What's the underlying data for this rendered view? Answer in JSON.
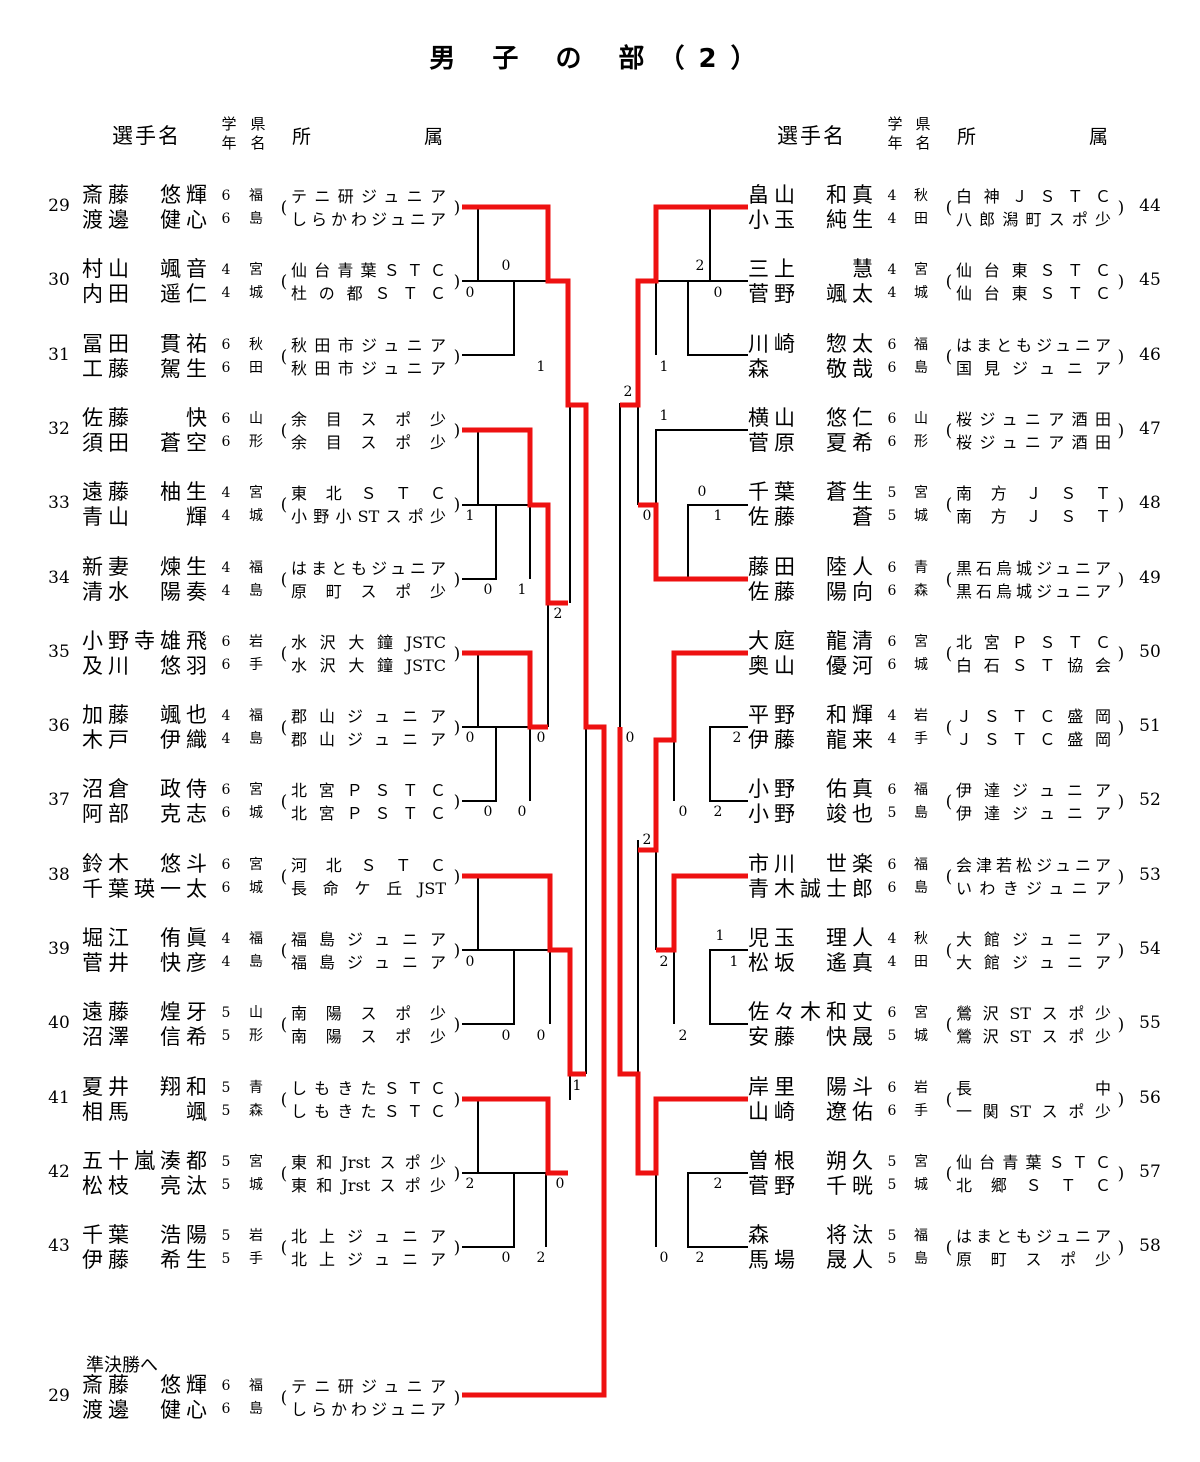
{
  "title": "男 子 の 部（2）",
  "headers": {
    "player": "選手名",
    "grade": [
      "学",
      "年"
    ],
    "pref": [
      "県",
      "名"
    ],
    "affiliation_a": "所",
    "affiliation_b": "属"
  },
  "left_entries": [
    {
      "no": "29",
      "players": [
        "斎藤　悠輝",
        "渡邊　健心"
      ],
      "grades": [
        "6",
        "6"
      ],
      "pref": [
        "福",
        "島"
      ],
      "affs": [
        "テニ研ジュニア",
        "しらかわジュニア"
      ]
    },
    {
      "no": "30",
      "players": [
        "村山　颯音",
        "内田　遥仁"
      ],
      "grades": [
        "4",
        "4"
      ],
      "pref": [
        "宮",
        "城"
      ],
      "affs": [
        "仙台青葉ＳＴＣ",
        "杜の都ＳＴＣ"
      ]
    },
    {
      "no": "31",
      "players": [
        "冨田　貫祐",
        "工藤　駕生"
      ],
      "grades": [
        "6",
        "6"
      ],
      "pref": [
        "秋",
        "田"
      ],
      "affs": [
        "秋田市ジュニア",
        "秋田市ジュニア"
      ]
    },
    {
      "no": "32",
      "players": [
        "佐藤　　快",
        "須田　蒼空"
      ],
      "grades": [
        "6",
        "6"
      ],
      "pref": [
        "山",
        "形"
      ],
      "affs": [
        "余目スポ少",
        "余目スポ少"
      ]
    },
    {
      "no": "33",
      "players": [
        "遠藤　柚生",
        "青山　　輝"
      ],
      "grades": [
        "4",
        "4"
      ],
      "pref": [
        "宮",
        "城"
      ],
      "affs": [
        "東北ＳＴＣ",
        "小野小STスポ少"
      ]
    },
    {
      "no": "34",
      "players": [
        "新妻　煉生",
        "清水　陽奏"
      ],
      "grades": [
        "4",
        "4"
      ],
      "pref": [
        "福",
        "島"
      ],
      "affs": [
        "はまともジュニア",
        "原町スポ少"
      ]
    },
    {
      "no": "35",
      "players": [
        "小野寺雄飛",
        "及川　悠羽"
      ],
      "grades": [
        "6",
        "6"
      ],
      "pref": [
        "岩",
        "手"
      ],
      "affs": [
        "水沢大鐘JSTC",
        "水沢大鐘JSTC"
      ]
    },
    {
      "no": "36",
      "players": [
        "加藤　颯也",
        "木戸　伊織"
      ],
      "grades": [
        "4",
        "4"
      ],
      "pref": [
        "福",
        "島"
      ],
      "affs": [
        "郡山ジュニア",
        "郡山ジュニア"
      ]
    },
    {
      "no": "37",
      "players": [
        "沼倉　政侍",
        "阿部　克志"
      ],
      "grades": [
        "6",
        "6"
      ],
      "pref": [
        "宮",
        "城"
      ],
      "affs": [
        "北宮ＰＳＴＣ",
        "北宮ＰＳＴＣ"
      ]
    },
    {
      "no": "38",
      "players": [
        "鈴木　悠斗",
        "千葉瑛一太"
      ],
      "grades": [
        "6",
        "6"
      ],
      "pref": [
        "宮",
        "城"
      ],
      "affs": [
        "河北ＳＴＣ",
        "長命ケ丘JST"
      ]
    },
    {
      "no": "39",
      "players": [
        "堀江　侑眞",
        "菅井　快彦"
      ],
      "grades": [
        "4",
        "4"
      ],
      "pref": [
        "福",
        "島"
      ],
      "affs": [
        "福島ジュニア",
        "福島ジュニア"
      ]
    },
    {
      "no": "40",
      "players": [
        "遠藤　煌牙",
        "沼澤　信希"
      ],
      "grades": [
        "5",
        "5"
      ],
      "pref": [
        "山",
        "形"
      ],
      "affs": [
        "南陽スポ少",
        "南陽スポ少"
      ]
    },
    {
      "no": "41",
      "players": [
        "夏井　翔和",
        "相馬　　颯"
      ],
      "grades": [
        "5",
        "5"
      ],
      "pref": [
        "青",
        "森"
      ],
      "affs": [
        "しもきたＳＴＣ",
        "しもきたＳＴＣ"
      ]
    },
    {
      "no": "42",
      "players": [
        "五十嵐湊都",
        "松枝　亮汰"
      ],
      "grades": [
        "5",
        "5"
      ],
      "pref": [
        "宮",
        "城"
      ],
      "affs": [
        "東和Jrstスポ少",
        "東和Jrstスポ少"
      ]
    },
    {
      "no": "43",
      "players": [
        "千葉　浩陽",
        "伊藤　希生"
      ],
      "grades": [
        "5",
        "5"
      ],
      "pref": [
        "岩",
        "手"
      ],
      "affs": [
        "北上ジュニア",
        "北上ジュニア"
      ]
    }
  ],
  "right_entries": [
    {
      "no": "44",
      "players": [
        "畠山　和真",
        "小玉　純生"
      ],
      "grades": [
        "4",
        "4"
      ],
      "pref": [
        "秋",
        "田"
      ],
      "affs": [
        "白神ＪＳＴＣ",
        "八郎潟町スポ少"
      ]
    },
    {
      "no": "45",
      "players": [
        "三上　　慧",
        "菅野　颯太"
      ],
      "grades": [
        "4",
        "4"
      ],
      "pref": [
        "宮",
        "城"
      ],
      "affs": [
        "仙台東ＳＴＣ",
        "仙台東ＳＴＣ"
      ]
    },
    {
      "no": "46",
      "players": [
        "川崎　惣太",
        "森　　敬哉"
      ],
      "grades": [
        "6",
        "6"
      ],
      "pref": [
        "福",
        "島"
      ],
      "affs": [
        "はまともジュニア",
        "国見ジュニア"
      ]
    },
    {
      "no": "47",
      "players": [
        "横山　悠仁",
        "菅原　夏希"
      ],
      "grades": [
        "6",
        "6"
      ],
      "pref": [
        "山",
        "形"
      ],
      "affs": [
        "桜ジュニア酒田",
        "桜ジュニア酒田"
      ]
    },
    {
      "no": "48",
      "players": [
        "千葉　蒼生",
        "佐藤　　蒼"
      ],
      "grades": [
        "5",
        "5"
      ],
      "pref": [
        "宮",
        "城"
      ],
      "affs": [
        "南方ＪＳＴ",
        "南方ＪＳＴ"
      ]
    },
    {
      "no": "49",
      "players": [
        "藤田　陸人",
        "佐藤　陽向"
      ],
      "grades": [
        "6",
        "6"
      ],
      "pref": [
        "青",
        "森"
      ],
      "affs": [
        "黒石烏城ジュニア",
        "黒石烏城ジュニア"
      ]
    },
    {
      "no": "50",
      "players": [
        "大庭　龍清",
        "奥山　優河"
      ],
      "grades": [
        "6",
        "6"
      ],
      "pref": [
        "宮",
        "城"
      ],
      "affs": [
        "北宮ＰＳＴＣ",
        "白石ＳＴ協会"
      ]
    },
    {
      "no": "51",
      "players": [
        "平野　和輝",
        "伊藤　龍来"
      ],
      "grades": [
        "4",
        "4"
      ],
      "pref": [
        "岩",
        "手"
      ],
      "affs": [
        "ＪＳＴＣ盛岡",
        "ＪＳＴＣ盛岡"
      ]
    },
    {
      "no": "52",
      "players": [
        "小野　佑真",
        "小野　竣也"
      ],
      "grades": [
        "6",
        "5"
      ],
      "pref": [
        "福",
        "島"
      ],
      "affs": [
        "伊達ジュニア",
        "伊達ジュニア"
      ]
    },
    {
      "no": "53",
      "players": [
        "市川　世楽",
        "青木誠士郎"
      ],
      "grades": [
        "6",
        "6"
      ],
      "pref": [
        "福",
        "島"
      ],
      "affs": [
        "会津若松ジュニア",
        "いわきジュニア"
      ]
    },
    {
      "no": "54",
      "players": [
        "児玉　理人",
        "松坂　遙真"
      ],
      "grades": [
        "4",
        "4"
      ],
      "pref": [
        "秋",
        "田"
      ],
      "affs": [
        "大館ジュニア",
        "大館ジュニア"
      ]
    },
    {
      "no": "55",
      "players": [
        "佐々木和丈",
        "安藤　快晟"
      ],
      "grades": [
        "6",
        "5"
      ],
      "pref": [
        "宮",
        "城"
      ],
      "affs": [
        "鶯沢STスポ少",
        "鶯沢STスポ少"
      ]
    },
    {
      "no": "56",
      "players": [
        "岸里　陽斗",
        "山崎　遼佑"
      ],
      "grades": [
        "6",
        "6"
      ],
      "pref": [
        "岩",
        "手"
      ],
      "affs": [
        "長　　　中",
        "一関STスポ少"
      ]
    },
    {
      "no": "57",
      "players": [
        "曽根　朔久",
        "菅野　千晄"
      ],
      "grades": [
        "5",
        "5"
      ],
      "pref": [
        "宮",
        "城"
      ],
      "affs": [
        "仙台青葉ＳＴＣ",
        "北郷ＳＴＣ"
      ]
    },
    {
      "no": "58",
      "players": [
        "森　　将汰",
        "馬場　晟人"
      ],
      "grades": [
        "5",
        "5"
      ],
      "pref": [
        "福",
        "島"
      ],
      "affs": [
        "はまともジュニア",
        "原町スポ少"
      ]
    }
  ],
  "semifinal": {
    "label": "準決勝へ",
    "entry": {
      "no": "29",
      "players": [
        "斎藤　悠輝",
        "渡邊　健心"
      ],
      "grades": [
        "6",
        "6"
      ],
      "pref": [
        "福",
        "島"
      ],
      "affs": [
        "テニ研ジュニア",
        "しらかわジュニア"
      ]
    }
  },
  "scores": [
    "0",
    "0",
    "1",
    "1",
    "0",
    "1",
    "2",
    "0",
    "0",
    "0",
    "0",
    "0",
    "0",
    "0",
    "0",
    "2",
    "1",
    "0",
    "2",
    "2",
    "2",
    "0",
    "1",
    "1",
    "0",
    "0",
    "1",
    "0",
    "2",
    "0",
    "2",
    "2",
    "2",
    "1",
    "1",
    "2",
    "2",
    "0",
    "2"
  ],
  "colors": {
    "winner_line": "#ee1111",
    "line": "#000000"
  }
}
